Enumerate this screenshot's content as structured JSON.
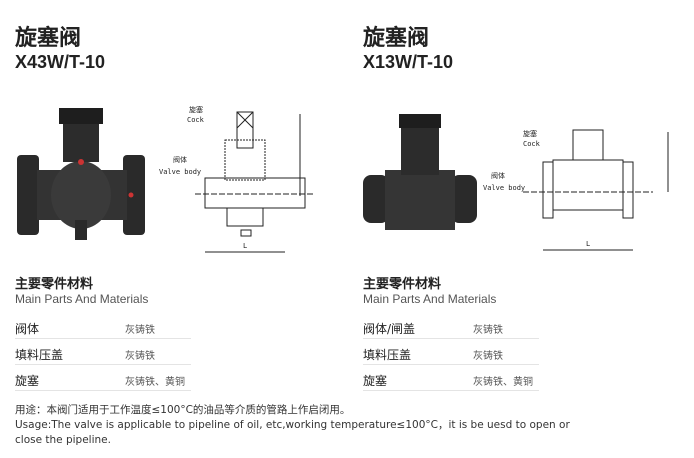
{
  "products": [
    {
      "title": "旋塞阀",
      "model": "X43W/T-10",
      "drawing_labels": {
        "cock_cn": "旋塞",
        "cock_en": "Cock",
        "body_cn": "阀体",
        "body_en": "Valve body",
        "length": "L"
      },
      "section_cn": "主要零件材料",
      "section_en": "Main Parts And Materials",
      "parts": [
        {
          "name": "阀体",
          "material": "灰铸铁"
        },
        {
          "name": "填料压盖",
          "material": "灰铸铁"
        },
        {
          "name": "旋塞",
          "material": "灰铸铁、黄铜"
        }
      ]
    },
    {
      "title": "旋塞阀",
      "model": "X13W/T-10",
      "drawing_labels": {
        "cock_cn": "旋塞",
        "cock_en": "Cock",
        "body_cn": "阀体",
        "body_en": "Valve body",
        "length": "L"
      },
      "section_cn": "主要零件材料",
      "section_en": "Main Parts And Materials",
      "parts": [
        {
          "name": "阀体/闸盖",
          "material": "灰铸铁"
        },
        {
          "name": "填料压盖",
          "material": "灰铸铁"
        },
        {
          "name": "旋塞",
          "material": "灰铸铁、黄铜"
        }
      ]
    }
  ],
  "usage": {
    "cn": "用途：本阀门适用于工作温度≤100°C的油品等介质的管路上作启闭用。",
    "en": "Usage:The valve is applicable to pipeline of oil, etc,working temperature≤100°C，it is be uesd to open or  close  the pipeline."
  }
}
